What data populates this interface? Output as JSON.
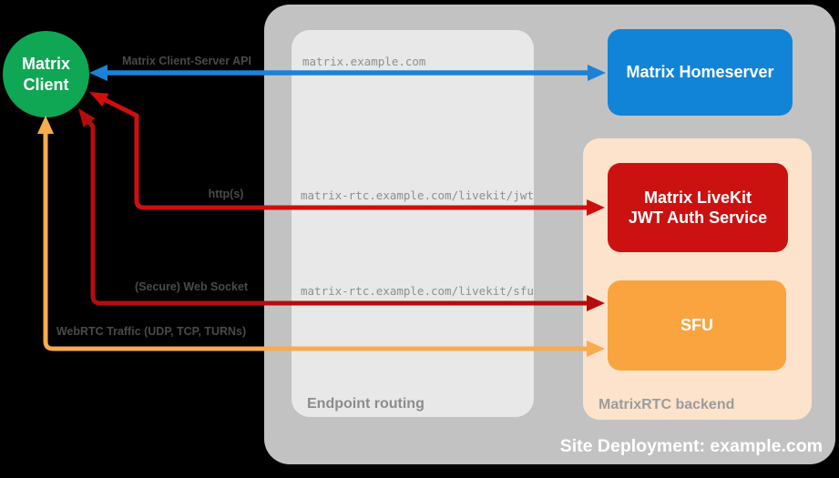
{
  "title": "MatrixRTC site deployment diagram",
  "colors": {
    "background": "#000000",
    "deployment_container": "#c2c2c2",
    "endpoint_routing_box": "#e8e8e8",
    "matrixrtc_backend_box": "#fde3cc",
    "client_node": "#0fa654",
    "homeserver_node": "#1184d8",
    "jwt_node": "#cc1111",
    "sfu_node": "#f9a43f",
    "arrow_blue": "#1b82d6",
    "arrow_red_http": "#d00e0e",
    "arrow_red_ws": "#b50d0d",
    "arrow_orange": "#f9ab4d",
    "arrow_label_text": "#4a4a4a",
    "route_text": "#8f8f8f",
    "caption_text": "#8c8c8c",
    "deployment_label_text": "#ffffff"
  },
  "nodes": {
    "client": {
      "label": "Matrix\nClient"
    },
    "homeserver": {
      "label": "Matrix Homeserver"
    },
    "jwt": {
      "label": "Matrix LiveKit\nJWT Auth Service"
    },
    "sfu": {
      "label": "SFU"
    }
  },
  "containers": {
    "endpoint_routing": {
      "label": "Endpoint routing"
    },
    "matrixrtc_backend": {
      "label": "MatrixRTC backend"
    },
    "deployment": {
      "label": "Site Deployment: example.com"
    }
  },
  "routes": {
    "homeserver": "matrix.example.com",
    "jwt": "matrix-rtc.example.com/livekit/jwt",
    "sfu": "matrix-rtc.example.com/livekit/sfu"
  },
  "arrows": {
    "client_server_api": {
      "label": "Matrix Client-Server API",
      "from": "Matrix Client",
      "to": "Matrix Homeserver"
    },
    "http": {
      "label": "http(s)",
      "from": "Matrix Client",
      "to": "Matrix LiveKit JWT Auth Service"
    },
    "websocket": {
      "label": "(Secure) Web Socket",
      "from": "Matrix Client",
      "to": "SFU"
    },
    "webrtc": {
      "label": "WebRTC Traffic (UDP, TCP, TURNs)",
      "from": "Matrix Client",
      "to": "SFU"
    }
  }
}
